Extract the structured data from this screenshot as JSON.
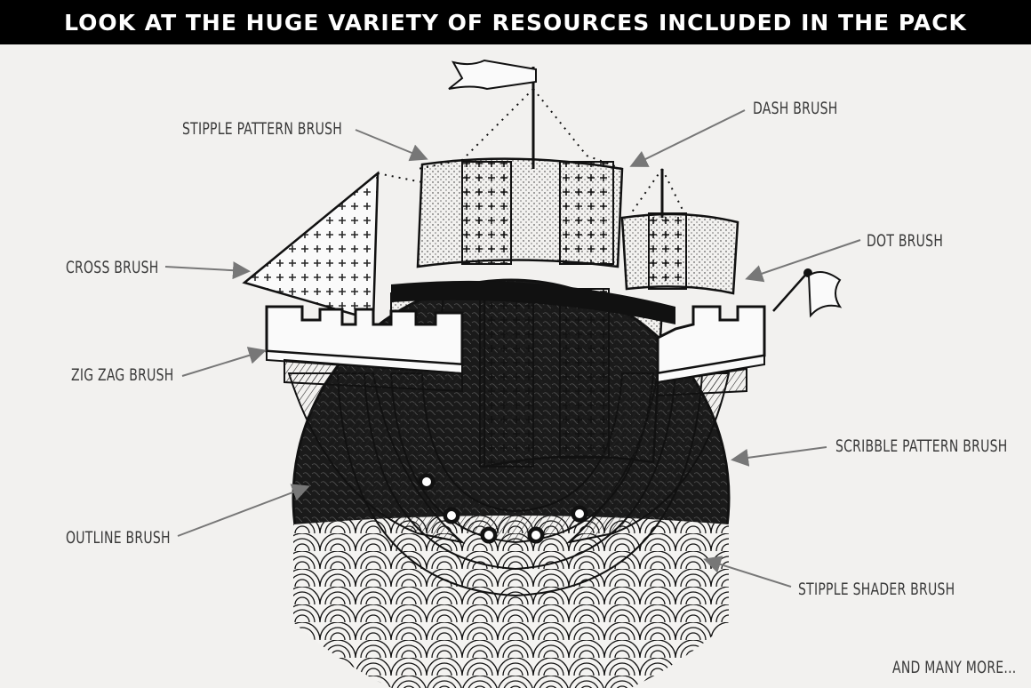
{
  "banner": {
    "title": "LOOK AT THE HUGE VARIETY OF RESOURCES INCLUDED IN THE PACK"
  },
  "labels": {
    "stipple_pattern": "STIPPLE PATTERN BRUSH",
    "dash": "DASH BRUSH",
    "dot": "DOT BRUSH",
    "cross": "CROSS BRUSH",
    "zig_zag": "ZIG ZAG BRUSH",
    "scribble_pattern": "SCRIBBLE PATTERN BRUSH",
    "outline": "OUTLINE BRUSH",
    "stipple_shader": "STIPPLE SHADER BRUSH",
    "more": "AND MANY MORE..."
  },
  "colors": {
    "background": "#f2f1ef",
    "banner": "#000000",
    "ink": "#111111",
    "arrow": "#777777"
  }
}
